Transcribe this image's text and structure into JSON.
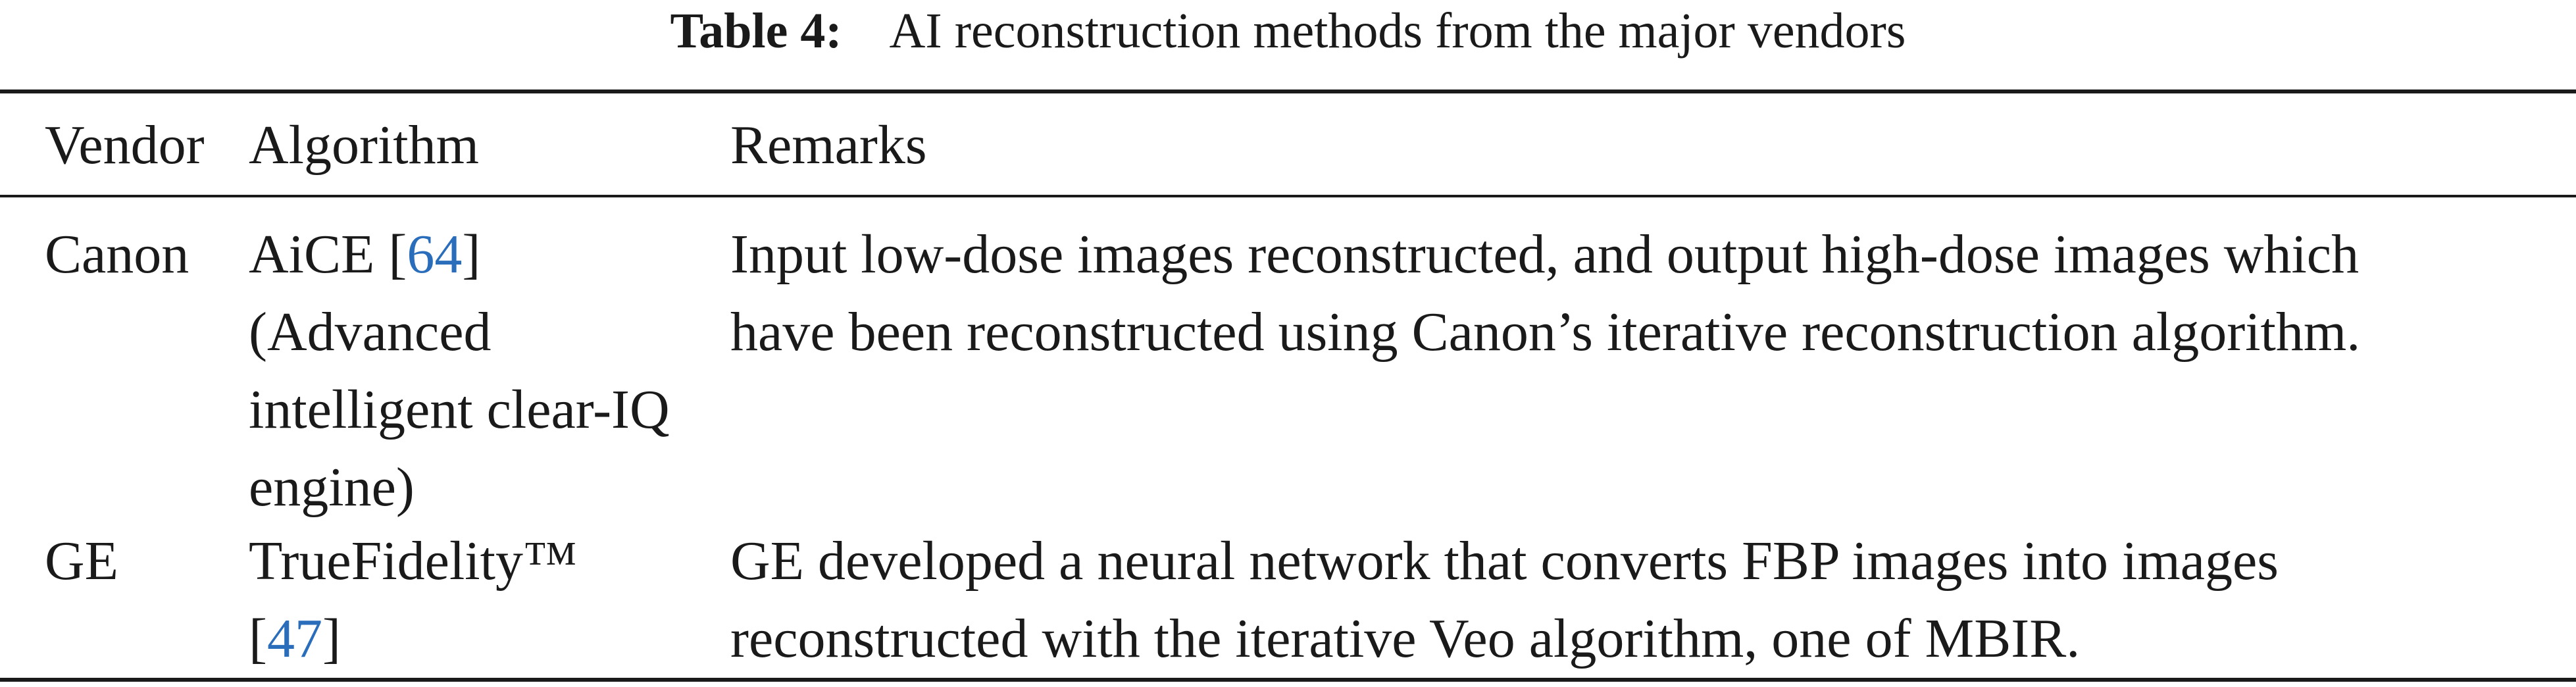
{
  "caption": {
    "label": "Table 4:",
    "text": "AI reconstruction methods from the major vendors"
  },
  "table": {
    "headers": [
      "Vendor",
      "Algorithm",
      "Remarks"
    ],
    "rows": [
      {
        "vendor": "Canon",
        "algorithm": {
          "name": "AiCE",
          "cite_open": "[",
          "cite": "64",
          "cite_close": "]",
          "lines": [
            "(Advanced",
            "intelligent clear-IQ",
            "engine)"
          ]
        },
        "remarks": [
          "Input low-dose images reconstructed, and output high-dose images which",
          "have been reconstructed using Canon’s iterative reconstruction algorithm."
        ]
      },
      {
        "vendor": "GE",
        "algorithm": {
          "name": "TrueFidelity™",
          "cite_open": "[",
          "cite": "47",
          "cite_close": "]"
        },
        "remarks": [
          "GE developed a neural network that converts FBP images into images",
          "reconstructed with the iterative Veo algorithm, one of MBIR."
        ]
      }
    ]
  }
}
